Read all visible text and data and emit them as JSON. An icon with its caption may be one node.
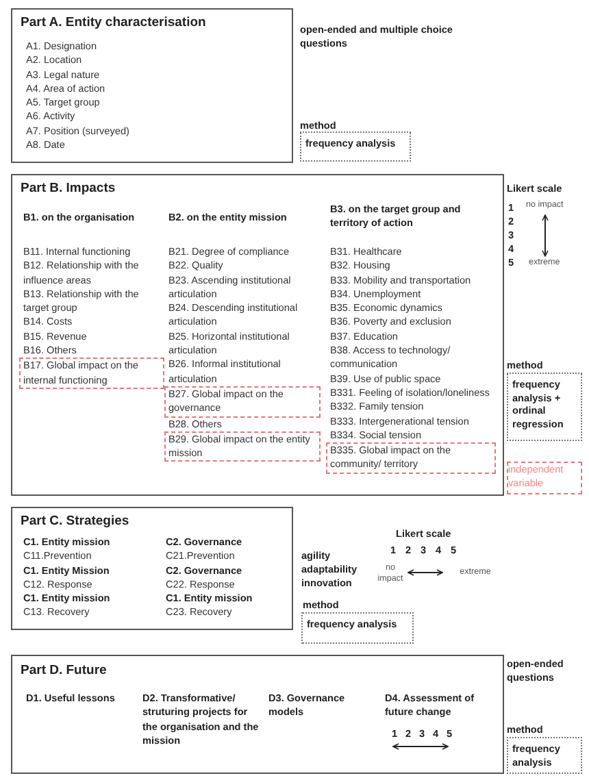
{
  "diagram": {
    "nodes": [
      {
        "text": [
          "Part A. Entity characterisation",
          "A1. Designation",
          "A2. Location",
          "A3. Legal nature",
          "A4. Area of action",
          "A5. Target group",
          "A6. Activity",
          "A7. Position (surveyed)",
          "A8. Date"
        ]
      },
      {
        "text": [
          "frequency analysis"
        ]
      },
      {
        "text": [
          "Part B. Impacts",
          "B1. on the organisation",
          "B11. Internal functioning",
          "B12. Relationship with the influence areas",
          "B13. Relationship with the target group",
          "B14. Costs",
          "B15. Revenue",
          "B16. Others",
          "B2. on the entity mission",
          "B21. Degree of compliance",
          "B22. Quality",
          "B23. Ascending institutional articulation",
          "B24. Descending institutional articulation",
          "B25. Horizontal institutional articulation",
          "B26. Informal institutional articulation",
          "B28. Others",
          "B3. on the target group and territory of action",
          "B31. Healthcare",
          "B32. Housing",
          "B33. Mobility and transportation",
          "B34. Unemployment",
          "B35. Economic dynamics",
          "B36. Poverty and exclusion",
          "B37. Education",
          "B38. Access to technology/ communication",
          "B39. Use of public space",
          "B331. Feeling of isolation/loneliness",
          "B332. Family tension",
          "B333. Intergenerational tension",
          "B334. Social tension"
        ]
      },
      {
        "text": [
          "B17. Global impact on the internal functioning"
        ],
        "in": 2
      },
      {
        "text": [
          "B27. Global impact on the governance"
        ],
        "in": 2
      },
      {
        "text": [
          "B29. Global impact on the entity mission"
        ],
        "in": 2
      },
      {
        "text": [
          "B335. Global impact on the community/ territory"
        ],
        "in": 2
      },
      {
        "text": [
          "frequency analysis + ordinal regression"
        ]
      },
      {
        "text": [
          "independent variable"
        ]
      },
      {
        "text": [
          "Part C. Strategies",
          "C1. Entity mission",
          "C11.Prevention",
          "C1. Entity Mission",
          "C12. Response",
          "C1. Entity mission",
          "C13. Recovery",
          "C2. Governance",
          "C21.Prevention",
          "C2. Governance",
          "C22. Response",
          "C1. Entity mission",
          "C23. Recovery"
        ]
      },
      {
        "text": [
          "frequency analysis"
        ]
      },
      {
        "text": [
          "Part D. Future",
          "D1. Useful lessons",
          "D2. Transformative/ struturing projects for the organisation and the mission",
          "D3. Governance models",
          "D4. Assessment of future change",
          "1",
          "2",
          "3",
          "4",
          "5"
        ]
      },
      {
        "text": [
          "frequency analysis"
        ]
      }
    ],
    "labels": [
      "open-ended and multiple choice questions",
      "method",
      "Likert scale",
      "1",
      "no impact",
      "2",
      "3",
      "4",
      "5",
      "extreme",
      "method",
      "Likert scale",
      "1",
      "2",
      "3",
      "4",
      "5",
      "agility",
      "adaptability",
      "innovation",
      "no impact",
      "extreme",
      "method",
      "open-ended questions",
      "method"
    ]
  }
}
